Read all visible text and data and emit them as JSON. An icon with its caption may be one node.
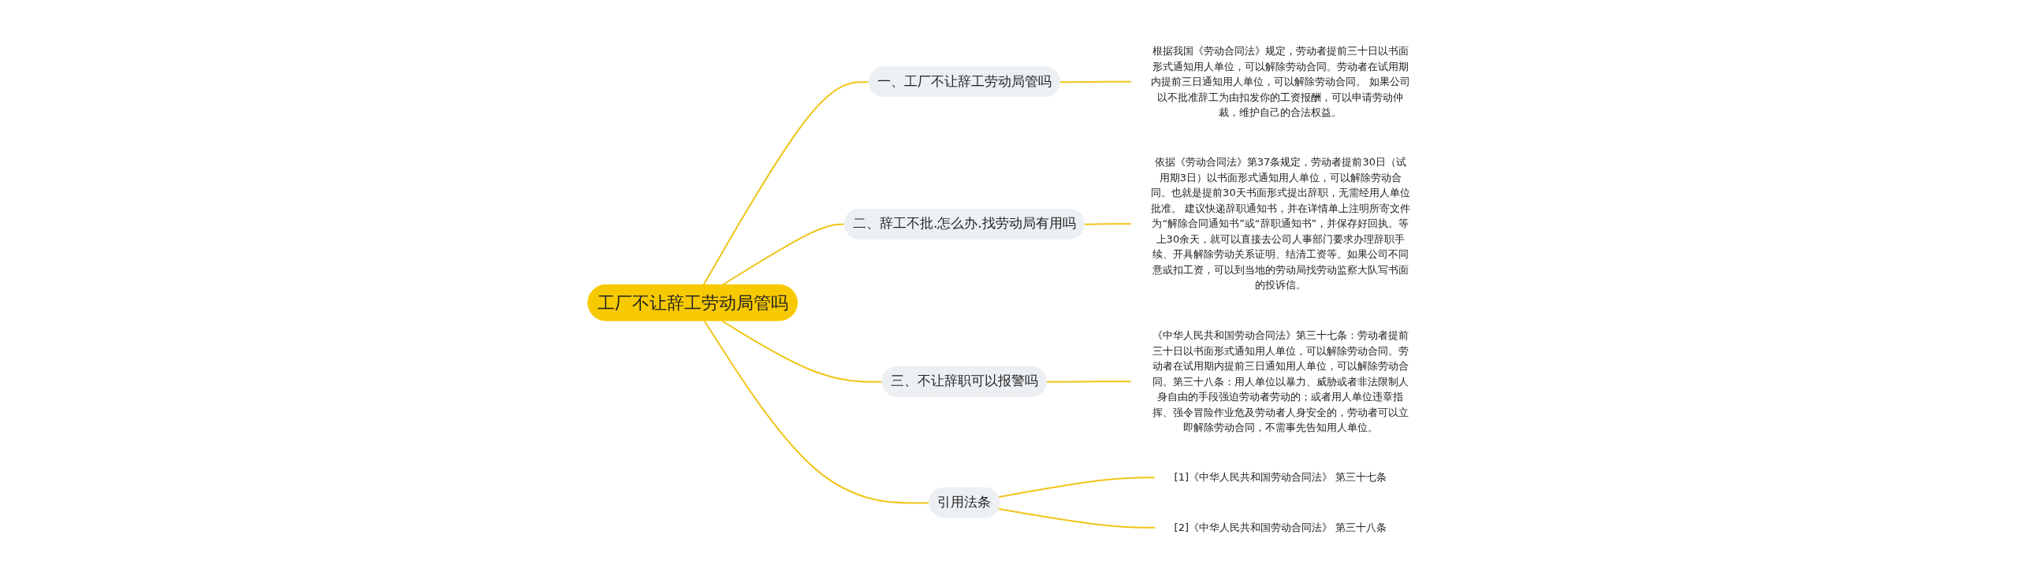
{
  "diagram": {
    "nodes": [
      {
        "text": [
          "工厂不让辞工劳动局管吗"
        ]
      },
      {
        "text": [
          "一、工厂不让辞工劳动局管吗"
        ]
      },
      {
        "text": [
          "根据我国《劳动合同法》规定，劳动者提前三十日以书面形式通知用人单位，可以解除劳动合同。劳动者在试用期内提前三日通知用人单位，可以解除劳动合同。 如果公司以不批准辞工为由扣发你的工资报酬，可以申请劳动仲裁，维护自己的合法权益。"
        ]
      },
      {
        "text": [
          "二、辞工不批.怎么办.找劳动局有用吗"
        ]
      },
      {
        "text": [
          "依据《劳动合同法》第37条规定，劳动者提前30日（试用期3日）以书面形式通知用人单位，可以解除劳动合同。也就是提前30天书面形式提出辞职，无需经用人单位批准。 建议快递辞职通知书，并在详情单上注明所寄文件为“解除合同通知书”或“辞职通知书”，并保存好回执。等上30余天，就可以直接去公司人事部门要求办理辞职手续、开具解除劳动关系证明、结清工资等。如果公司不同意或扣工资，可以到当地的劳动局找劳动监察大队写书面的投诉信。"
        ]
      },
      {
        "text": [
          "三、不让辞职可以报警吗"
        ]
      },
      {
        "text": [
          "《中华人民共和国劳动合同法》第三十七条：劳动者提前三十日以书面形式通知用人单位，可以解除劳动合同。劳动者在试用期内提前三日通知用人单位，可以解除劳动合同。第三十八条：用人单位以暴力、威胁或者非法限制人身自由的手段强迫劳动者劳动的；或者用人单位违章指挥、强令冒险作业危及劳动者人身安全的，劳动者可以立即解除劳动合同，不需事先告知用人单位。"
        ]
      },
      {
        "text": [
          "引用法条"
        ]
      },
      {
        "text": [
          "[1]《中华人民共和国劳动合同法》 第三十七条"
        ]
      },
      {
        "text": [
          "[2]《中华人民共和国劳动合同法》 第三十八条"
        ]
      }
    ],
    "edges": [
      {
        "from": 0,
        "to": 1,
        "arrow": "none"
      },
      {
        "from": 1,
        "to": 2,
        "arrow": "none"
      },
      {
        "from": 0,
        "to": 3,
        "arrow": "none"
      },
      {
        "from": 3,
        "to": 4,
        "arrow": "none"
      },
      {
        "from": 0,
        "to": 5,
        "arrow": "none"
      },
      {
        "from": 5,
        "to": 6,
        "arrow": "none"
      },
      {
        "from": 0,
        "to": 7,
        "arrow": "none"
      },
      {
        "from": 7,
        "to": 8,
        "arrow": "none"
      },
      {
        "from": 7,
        "to": 9,
        "arrow": "none"
      }
    ]
  }
}
